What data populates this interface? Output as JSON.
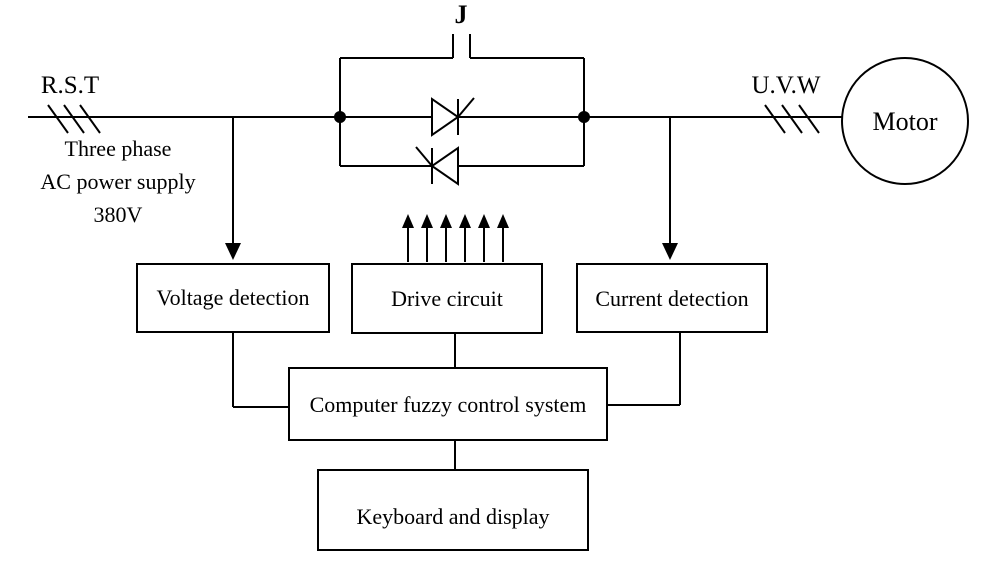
{
  "switch_label": "J",
  "input": {
    "phases": "R.S.T",
    "line1": "Three phase",
    "line2": "AC power supply",
    "line3": "380V"
  },
  "output": {
    "phases": "U.V.W",
    "motor": "Motor"
  },
  "blocks": {
    "voltage_detection": "Voltage detection",
    "drive_circuit": "Drive circuit",
    "current_detection": "Current detection",
    "controller": "Computer fuzzy control system",
    "keyboard_display": "Keyboard and display"
  }
}
